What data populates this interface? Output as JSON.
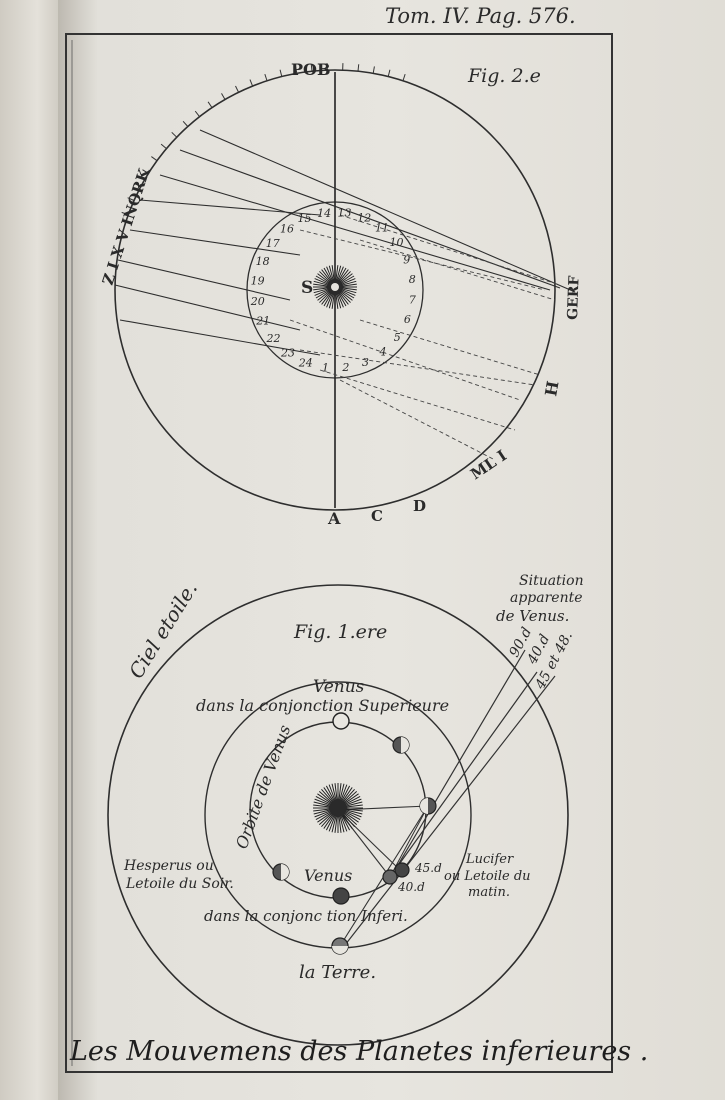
{
  "header": {
    "tome_page": "Tom. IV. Pag. 576."
  },
  "fig2": {
    "label": "Fig. 2.e",
    "top_letters": "POB",
    "bottom_letters": [
      "A",
      "C",
      "D"
    ],
    "lower_right_letters": "ML I",
    "right_letters": [
      "H",
      "GERF"
    ],
    "upper_left_letters": "Z I X V INQRK",
    "sun_label": "S",
    "orbit_numbers": [
      "1",
      "2",
      "3",
      "4",
      "5",
      "6",
      "7",
      "8",
      "9",
      "10",
      "11",
      "12",
      "13",
      "14",
      "15",
      "16",
      "17",
      "18",
      "19",
      "20",
      "21",
      "22",
      "23",
      "24"
    ]
  },
  "fig1": {
    "label": "Fig. 1.ere",
    "sky_label": "Ciel etoile.",
    "apparent_label": [
      "Situation",
      "apparente",
      "de Venus."
    ],
    "angles": [
      "90.d",
      "40.d",
      "45 et 48."
    ],
    "venus_superior_1": "Venus",
    "venus_superior_2": "dans la conjonction Superieure",
    "orbit_label": "Orbite de Venus",
    "hesperus": [
      "Hesperus ou",
      "Letoile du Soir."
    ],
    "venus_inferior_1": "Venus",
    "venus_inferior_2": "dans la conjonc tion Inferi.",
    "lucifer": [
      "Lucifer",
      "ou Letoile du",
      "matin."
    ],
    "small_angles": [
      "45.d",
      "40.d"
    ],
    "earth": "la Terre."
  },
  "caption": "Les Mouvemens des Planetes inferieures ."
}
